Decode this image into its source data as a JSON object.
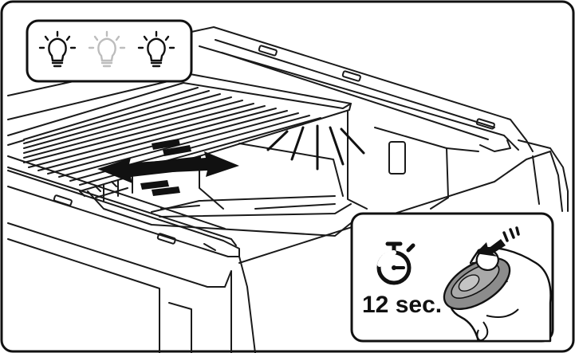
{
  "indicator_panel": {
    "bulbs": [
      {
        "icon": "bulb-on-icon",
        "state": "on"
      },
      {
        "icon": "bulb-off-icon",
        "state": "off"
      },
      {
        "icon": "bulb-on-icon",
        "state": "on"
      }
    ]
  },
  "timer_panel": {
    "icon": "stopwatch-icon",
    "duration_label": "12 sec.",
    "action_icon": "remote-key-press-icon"
  },
  "colors": {
    "line": "#1a1a1a",
    "bulb_on": "#111111",
    "bulb_off": "#bdbdbd",
    "key_fob": "#8c8c8c",
    "panel_bg": "#ffffff"
  }
}
